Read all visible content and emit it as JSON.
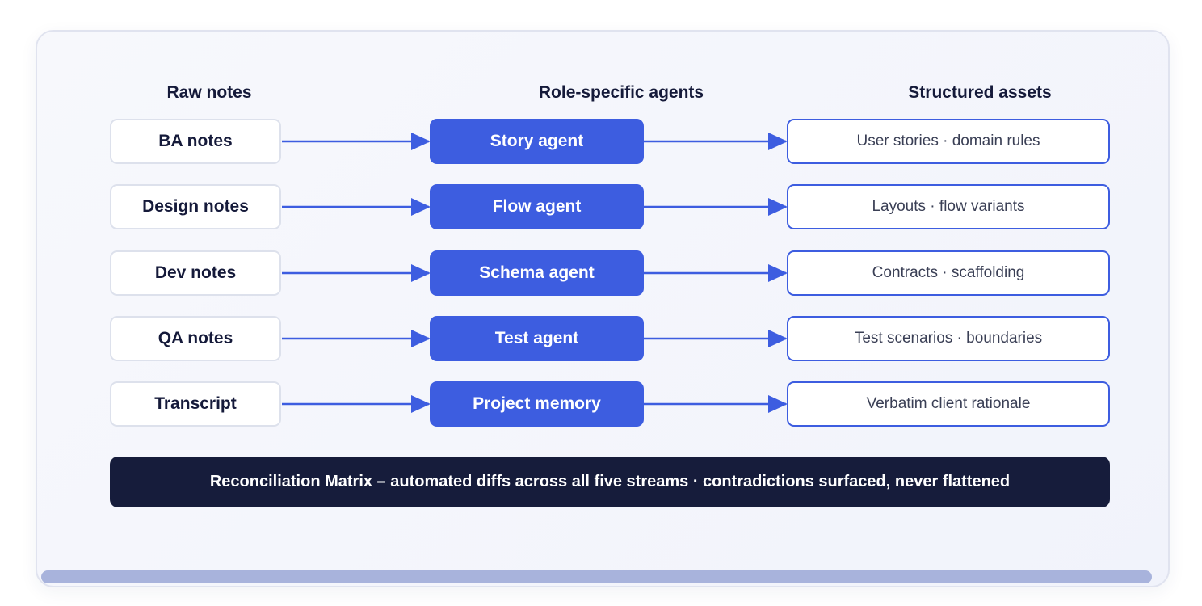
{
  "headers": {
    "raw": "Raw notes",
    "agents": "Role-specific agents",
    "assets": "Structured assets"
  },
  "rows": [
    {
      "raw": "BA notes",
      "agent": "Story agent",
      "asset": "User stories · domain rules"
    },
    {
      "raw": "Design notes",
      "agent": "Flow agent",
      "asset": "Layouts · flow variants"
    },
    {
      "raw": "Dev notes",
      "agent": "Schema agent",
      "asset": "Contracts · scaffolding"
    },
    {
      "raw": "QA notes",
      "agent": "Test agent",
      "asset": "Test scenarios · boundaries"
    },
    {
      "raw": "Transcript",
      "agent": "Project memory",
      "asset": "Verbatim client rationale"
    }
  ],
  "matrix_label": "Reconciliation Matrix – automated diffs across all five streams · contradictions surfaced, never flattened",
  "colors": {
    "accent": "#3d5de0",
    "dark": "#161c3b",
    "text": "#151a3a",
    "scrollbar": "#a8b3dc"
  }
}
